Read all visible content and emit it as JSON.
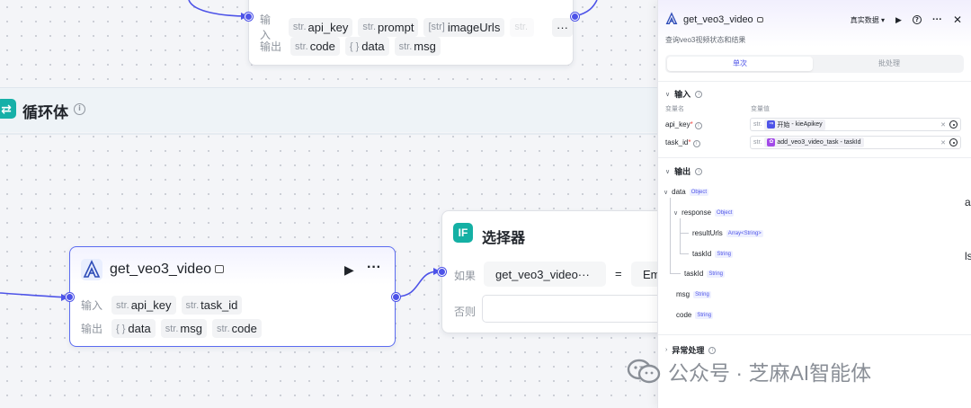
{
  "loop": {
    "title": "循环体"
  },
  "top_node": {
    "input_label": "输入",
    "output_label": "输出",
    "inputs": [
      {
        "type": "str.",
        "name": "api_key"
      },
      {
        "type": "str.",
        "name": "prompt"
      },
      {
        "type": "[str]",
        "name": "imageUrls"
      },
      {
        "type": "str.",
        "name": ""
      }
    ],
    "more": "···",
    "outputs": [
      {
        "type": "str.",
        "name": "code"
      },
      {
        "type": "{ }",
        "name": "data"
      },
      {
        "type": "str.",
        "name": "msg"
      }
    ]
  },
  "main_node": {
    "title": "get_veo3_video",
    "input_label": "输入",
    "output_label": "输出",
    "inputs": [
      {
        "type": "str.",
        "name": "api_key"
      },
      {
        "type": "str.",
        "name": "task_id"
      }
    ],
    "outputs": [
      {
        "type": "{ }",
        "name": "data"
      },
      {
        "type": "str.",
        "name": "msg"
      },
      {
        "type": "str.",
        "name": "code"
      }
    ]
  },
  "selector_node": {
    "title": "选择器",
    "if_label": "如果",
    "else_label": "否则",
    "left_value": "get_veo3_video···",
    "operator": "=",
    "right_value": "Em"
  },
  "panel": {
    "title": "get_veo3_video",
    "subtitle": "查询veo3视频状态和结果",
    "data_mode": "真实数据 ▾",
    "tabs": [
      "单次",
      "批处理"
    ],
    "input_section": "输入",
    "col_name": "变量名",
    "col_value": "变量值",
    "vars": [
      {
        "name": "api_key",
        "type": "str.",
        "source": "开始",
        "sep": " - ",
        "field": "kieApikey"
      },
      {
        "name": "task_id",
        "type": "str.",
        "source": "add_veo3_video_task",
        "sep": " - ",
        "field": "taskId"
      }
    ],
    "output_section": "输出",
    "tree": [
      {
        "name": "data",
        "type": "Object"
      },
      {
        "name": "response",
        "type": "Object"
      },
      {
        "name": "resultUrls",
        "type": "Array<String>"
      },
      {
        "name": "taskId",
        "type": "String"
      },
      {
        "name": "taskId",
        "type": "String"
      },
      {
        "name": "msg",
        "type": "String"
      },
      {
        "name": "code",
        "type": "String"
      }
    ],
    "error_section": "异常处理"
  },
  "watermark": {
    "text": "公众号 · 芝麻AI智能体"
  },
  "edge_text": [
    "a",
    "ls"
  ],
  "colors": {
    "accent": "#4d53e8",
    "teal": "#14b0a4",
    "required": "#f54a45"
  }
}
